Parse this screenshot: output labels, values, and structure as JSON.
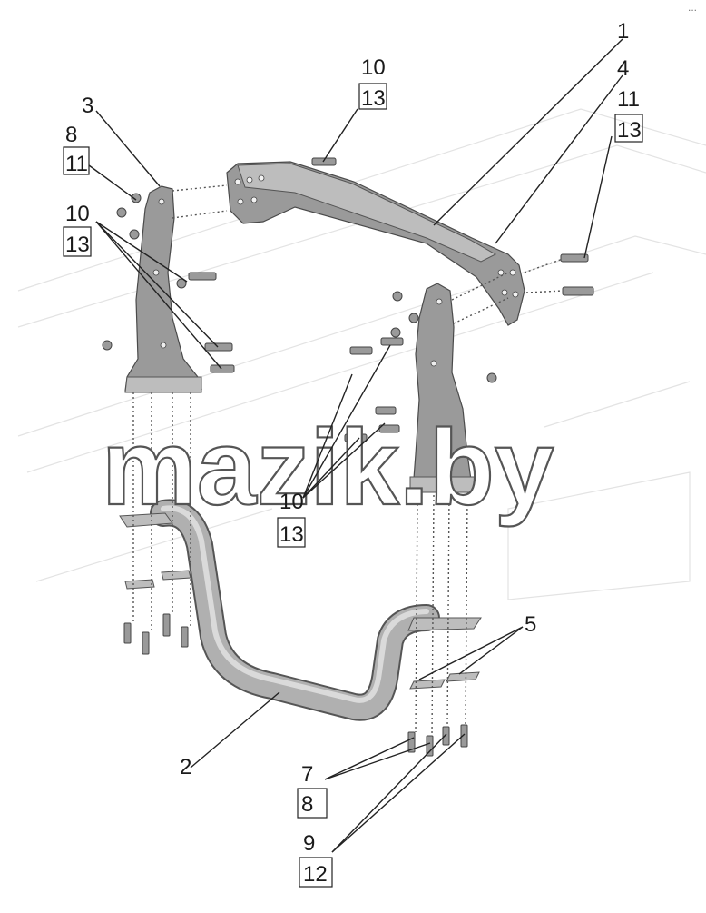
{
  "watermark": "mazik.by",
  "corner_mark": "...",
  "callouts": {
    "c1": "1",
    "c2": "2",
    "c3": "3",
    "c4": "4",
    "c5": "5",
    "c7_8": {
      "top": "7",
      "bottom": "8"
    },
    "c8_11": {
      "top": "8",
      "bottom": "11"
    },
    "c9_12": {
      "top": "9",
      "bottom": "12"
    },
    "c10_13_top": {
      "top": "10",
      "bottom": "13"
    },
    "c11_13": {
      "top": "11",
      "bottom": "13"
    },
    "c10_13_left": {
      "top": "10",
      "bottom": "13"
    },
    "c10_13_mid": {
      "top": "10",
      "bottom": "13"
    }
  },
  "parts": [
    {
      "name": "upper-crossbar",
      "ref": "1"
    },
    {
      "name": "lower-bent-tube",
      "ref": "2"
    },
    {
      "name": "left-bracket",
      "ref": "3"
    },
    {
      "name": "right-bracket",
      "ref": "4"
    },
    {
      "name": "plates",
      "ref": "5"
    }
  ]
}
